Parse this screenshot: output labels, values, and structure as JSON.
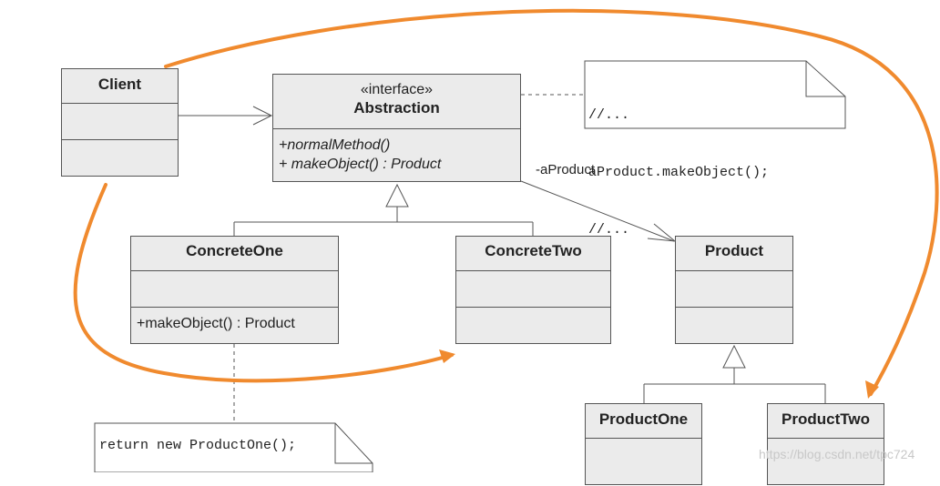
{
  "classes": {
    "client": {
      "name": "Client"
    },
    "abstraction": {
      "stereotype": "«interface»",
      "name": "Abstraction",
      "operations": [
        "+normalMethod()",
        "+ makeObject() : Product"
      ]
    },
    "concrete_one": {
      "name": "ConcreteOne",
      "operations": [
        "+makeObject() : Product"
      ]
    },
    "concrete_two": {
      "name": "ConcreteTwo"
    },
    "product": {
      "name": "Product"
    },
    "product_one": {
      "name": "ProductOne"
    },
    "product_two": {
      "name": "ProductTwo"
    }
  },
  "notes": {
    "abstraction_note": [
      "//...",
      "aProduct.makeObject();",
      "//..."
    ],
    "concrete_one_note": "return new ProductOne();"
  },
  "association_label": "-aProduct",
  "watermark": "https://blog.csdn.net/tpc724",
  "colors": {
    "box_fill": "#ebebeb",
    "line": "#555555",
    "arrow": "#f08a2e"
  }
}
